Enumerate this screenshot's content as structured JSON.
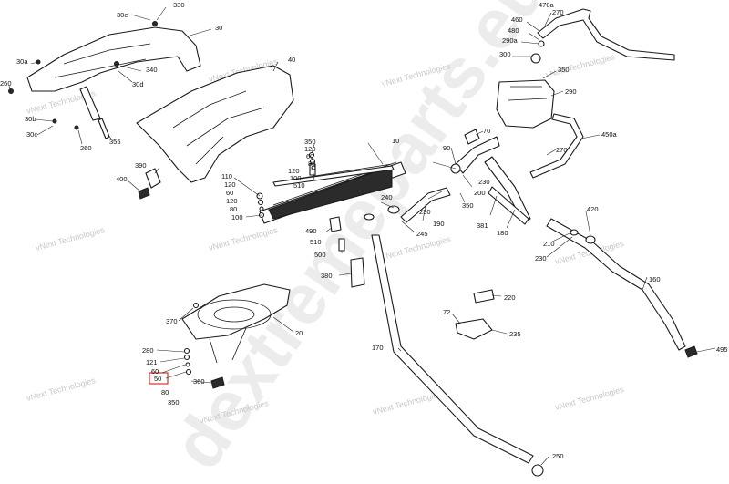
{
  "watermark_text": "vNext Technologies",
  "watermark_big": "dextremeparts.eu",
  "highlight_color": "#d9342b",
  "callouts": [
    {
      "id": "c330",
      "label": "330"
    },
    {
      "id": "c30e",
      "label": "30e"
    },
    {
      "id": "c30",
      "label": "30"
    },
    {
      "id": "c30a",
      "label": "30a"
    },
    {
      "id": "c340",
      "label": "340"
    },
    {
      "id": "c30d",
      "label": "30d"
    },
    {
      "id": "c260a",
      "label": "260"
    },
    {
      "id": "c40",
      "label": "40"
    },
    {
      "id": "c30b",
      "label": "30b"
    },
    {
      "id": "c30c",
      "label": "30c"
    },
    {
      "id": "c260b",
      "label": "260"
    },
    {
      "id": "c355",
      "label": "355"
    },
    {
      "id": "c390",
      "label": "390"
    },
    {
      "id": "c400",
      "label": "400"
    },
    {
      "id": "c350a",
      "label": "350"
    },
    {
      "id": "c120a",
      "label": "120"
    },
    {
      "id": "c60a",
      "label": "60"
    },
    {
      "id": "c80a",
      "label": "80"
    },
    {
      "id": "c120b",
      "label": "120"
    },
    {
      "id": "c100a",
      "label": "100"
    },
    {
      "id": "c510a",
      "label": "510"
    },
    {
      "id": "c10",
      "label": "10"
    },
    {
      "id": "c110",
      "label": "110"
    },
    {
      "id": "c120c",
      "label": "120"
    },
    {
      "id": "c60b",
      "label": "60"
    },
    {
      "id": "c120d",
      "label": "120"
    },
    {
      "id": "c80b",
      "label": "80"
    },
    {
      "id": "c100b",
      "label": "100"
    },
    {
      "id": "c490",
      "label": "490"
    },
    {
      "id": "c510b",
      "label": "510"
    },
    {
      "id": "c500",
      "label": "500"
    },
    {
      "id": "c240",
      "label": "240"
    },
    {
      "id": "c245",
      "label": "245"
    },
    {
      "id": "c380",
      "label": "380"
    },
    {
      "id": "c370",
      "label": "370"
    },
    {
      "id": "c20",
      "label": "20"
    },
    {
      "id": "c280",
      "label": "280"
    },
    {
      "id": "c121",
      "label": "121"
    },
    {
      "id": "c60c",
      "label": "60"
    },
    {
      "id": "c50",
      "label": "50"
    },
    {
      "id": "c80c",
      "label": "80"
    },
    {
      "id": "c360",
      "label": "360"
    },
    {
      "id": "c350b",
      "label": "350"
    },
    {
      "id": "c170",
      "label": "170"
    },
    {
      "id": "c470a",
      "label": "470a"
    },
    {
      "id": "c460",
      "label": "460"
    },
    {
      "id": "c270a",
      "label": "270"
    },
    {
      "id": "c480",
      "label": "480"
    },
    {
      "id": "c290a",
      "label": "290a"
    },
    {
      "id": "c300",
      "label": "300"
    },
    {
      "id": "c350c",
      "label": "350"
    },
    {
      "id": "c290",
      "label": "290"
    },
    {
      "id": "c70",
      "label": "70"
    },
    {
      "id": "c90",
      "label": "90"
    },
    {
      "id": "c270b",
      "label": "270"
    },
    {
      "id": "c450a",
      "label": "450a"
    },
    {
      "id": "c230a",
      "label": "230"
    },
    {
      "id": "c200",
      "label": "200"
    },
    {
      "id": "c350d",
      "label": "350"
    },
    {
      "id": "c230b",
      "label": "230"
    },
    {
      "id": "c190",
      "label": "190"
    },
    {
      "id": "c381",
      "label": "381"
    },
    {
      "id": "c180",
      "label": "180"
    },
    {
      "id": "c420",
      "label": "420"
    },
    {
      "id": "c210",
      "label": "210"
    },
    {
      "id": "c230c",
      "label": "230"
    },
    {
      "id": "c160",
      "label": "160"
    },
    {
      "id": "c220",
      "label": "220"
    },
    {
      "id": "c72",
      "label": "72"
    },
    {
      "id": "c235",
      "label": "235"
    },
    {
      "id": "c495",
      "label": "495"
    },
    {
      "id": "c250",
      "label": "250"
    }
  ]
}
